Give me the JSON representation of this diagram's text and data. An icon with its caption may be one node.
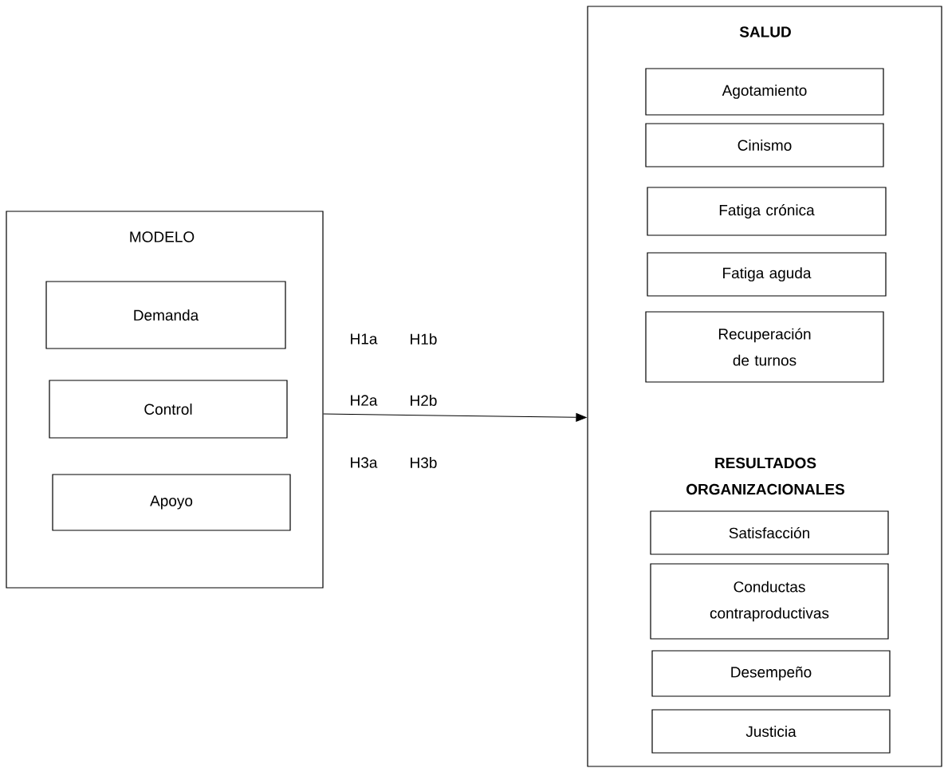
{
  "diagram": {
    "nodes": [
      {
        "text": [
          "MODELO"
        ]
      },
      {
        "text": [
          "Demanda"
        ],
        "in": 0
      },
      {
        "text": [
          "Control"
        ],
        "in": 0
      },
      {
        "text": [
          "Apoyo"
        ],
        "in": 0
      },
      {
        "text": [
          "SALUD",
          "RESULTADOS ORGANIZACIONALES"
        ]
      },
      {
        "text": [
          "Agotamiento"
        ],
        "in": 4
      },
      {
        "text": [
          "Cinismo"
        ],
        "in": 4
      },
      {
        "text": [
          "Fatiga crónica"
        ],
        "in": 4
      },
      {
        "text": [
          "Fatiga aguda"
        ],
        "in": 4
      },
      {
        "text": [
          "Recuperación de turnos"
        ],
        "in": 4
      },
      {
        "text": [
          "Satisfacción"
        ],
        "in": 4
      },
      {
        "text": [
          "Conductas contraproductivas"
        ],
        "in": 4
      },
      {
        "text": [
          "Desempeño"
        ],
        "in": 4
      },
      {
        "text": [
          "Justicia"
        ],
        "in": 4
      }
    ],
    "edges": [
      {
        "from": 0,
        "to": 4,
        "arrow": "to"
      }
    ],
    "labels": [
      "H1a",
      "H1b",
      "H2a",
      "H2b",
      "H3a",
      "H3b"
    ]
  }
}
